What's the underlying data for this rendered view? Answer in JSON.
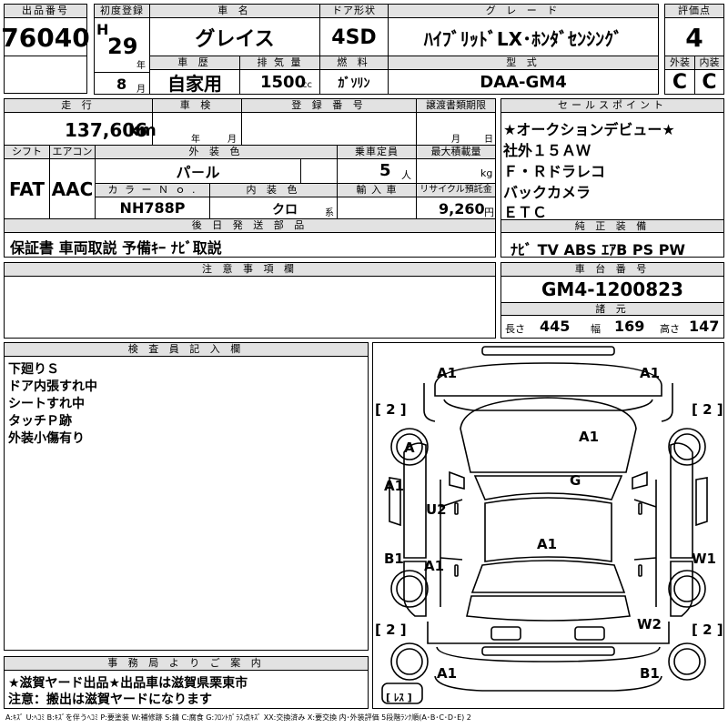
{
  "lot": {
    "label": "出品番号",
    "value": "76040"
  },
  "first_reg": {
    "label": "初度登録",
    "era": "H",
    "year": "29",
    "year_unit": "年",
    "month": "8",
    "month_unit": "月"
  },
  "car_name": {
    "label": "車 名",
    "value": "グレイス"
  },
  "door": {
    "label": "ドア形状",
    "value": "4SD"
  },
  "grade": {
    "label": "グ レ ー ド",
    "value": "ﾊｲﾌﾞﾘｯﾄﾞLX･ﾎﾝﾀﾞｾﾝｼﾝｸﾞ"
  },
  "score": {
    "label": "評価点",
    "value": "4"
  },
  "history": {
    "label": "車 歴",
    "value": "自家用"
  },
  "displacement": {
    "label": "排 気 量",
    "value": "1500",
    "unit": "cc"
  },
  "fuel": {
    "label": "燃 料",
    "value": "ｶﾞｿﾘﾝ"
  },
  "model": {
    "label": "型 式",
    "value": "DAA-GM4"
  },
  "exterior_grade": {
    "label": "外装",
    "value": "C"
  },
  "interior_grade": {
    "label": "内装",
    "value": "C"
  },
  "mileage": {
    "label": "走 行",
    "value": "137,606",
    "unit": "km"
  },
  "inspection": {
    "label": "車 検",
    "year_unit": "年",
    "month_unit": "月"
  },
  "reg_number": {
    "label": "登 録 番 号"
  },
  "transfer_deadline": {
    "label": "譲渡書類期限",
    "month_unit": "月",
    "day_unit": "日"
  },
  "shift": {
    "label": "シフト",
    "value": "FAT"
  },
  "aircon": {
    "label": "エアコン",
    "value": "AAC"
  },
  "ext_color": {
    "label": "外 装 色",
    "value": "パ－ル"
  },
  "capacity": {
    "label": "乗車定員",
    "value": "5",
    "unit": "人"
  },
  "max_load": {
    "label": "最大積載量",
    "unit": "kg"
  },
  "color_no": {
    "label": "カ ラ ー Ｎ ｏ .",
    "value": "NH788P"
  },
  "int_color": {
    "label": "内 装 色",
    "value": "クロ",
    "unit": "系"
  },
  "import": {
    "label": "輸 入 車"
  },
  "recycle": {
    "label": "リサイクル預託金",
    "value": "9,260",
    "unit": "円"
  },
  "later_items": {
    "label": "後 日 発 送 部 品",
    "value": "保証書 車両取説 予備ｷｰ ﾅﾋﾞ取説"
  },
  "sales_points": {
    "label": "セールスポイント",
    "items": [
      "★オークションデビュー★",
      "社外１５ＡＷ",
      "Ｆ・Ｒドラレコ",
      "バックカメラ",
      "ＥＴＣ"
    ]
  },
  "equipment": {
    "label": "純 正 装 備",
    "value": "ﾅﾋﾞ TV ABS ｴｱB PS PW"
  },
  "notes": {
    "label": "注 意 事 項 欄"
  },
  "chassis": {
    "label": "車 台 番 号",
    "value": "GM4-1200823"
  },
  "specs": {
    "label": "諸 元",
    "length_label": "長さ",
    "length": "445",
    "width_label": "幅",
    "width": "169",
    "height_label": "高さ",
    "height": "147"
  },
  "inspector": {
    "label": "検 査 員 記 入 欄",
    "lines": [
      "下廻りＳ",
      "ドア内張すれ中",
      "シートすれ中",
      "タッチＰ跡",
      "外装小傷有り"
    ]
  },
  "office": {
    "label": "事 務 局 よ り ご 案 内",
    "line1": "★滋賀ヤード出品★出品車は滋賀県栗東市",
    "line2": "注意：搬出は滋賀ヤードになります"
  },
  "legend": "A:ｷｽﾞ U:ﾍｺﾐ B:ｷｽﾞを伴うﾍｺﾐ P:要塗装 W:補修跡 S:錆 C:腐食 G:ﾌﾛﾝﾄｶﾞﾗｽ点ｷｽﾞ XX:交換済み X:要交換 内･外装評価 5段階ﾗﾝｸ順(A･B･C･D･E) 2",
  "diagram_marks": {
    "a1_tl": "A1",
    "a1_tr": "A1",
    "tire_tl": "[ 2 ]",
    "tire_tr": "[ 2 ]",
    "a": "A",
    "a1_hood": "A1",
    "g": "G",
    "a1_left_fender": "A1",
    "u2": "U2",
    "a1_roof": "A1",
    "b1": "B1",
    "a1_rear_door": "A1",
    "w1": "W1",
    "tire_bl": "[ 2 ]",
    "tire_br": "[ 2 ]",
    "w2": "W2",
    "a1_bl": "A1",
    "b1_br": "B1",
    "spare": "[ ﾚｽ ]"
  }
}
